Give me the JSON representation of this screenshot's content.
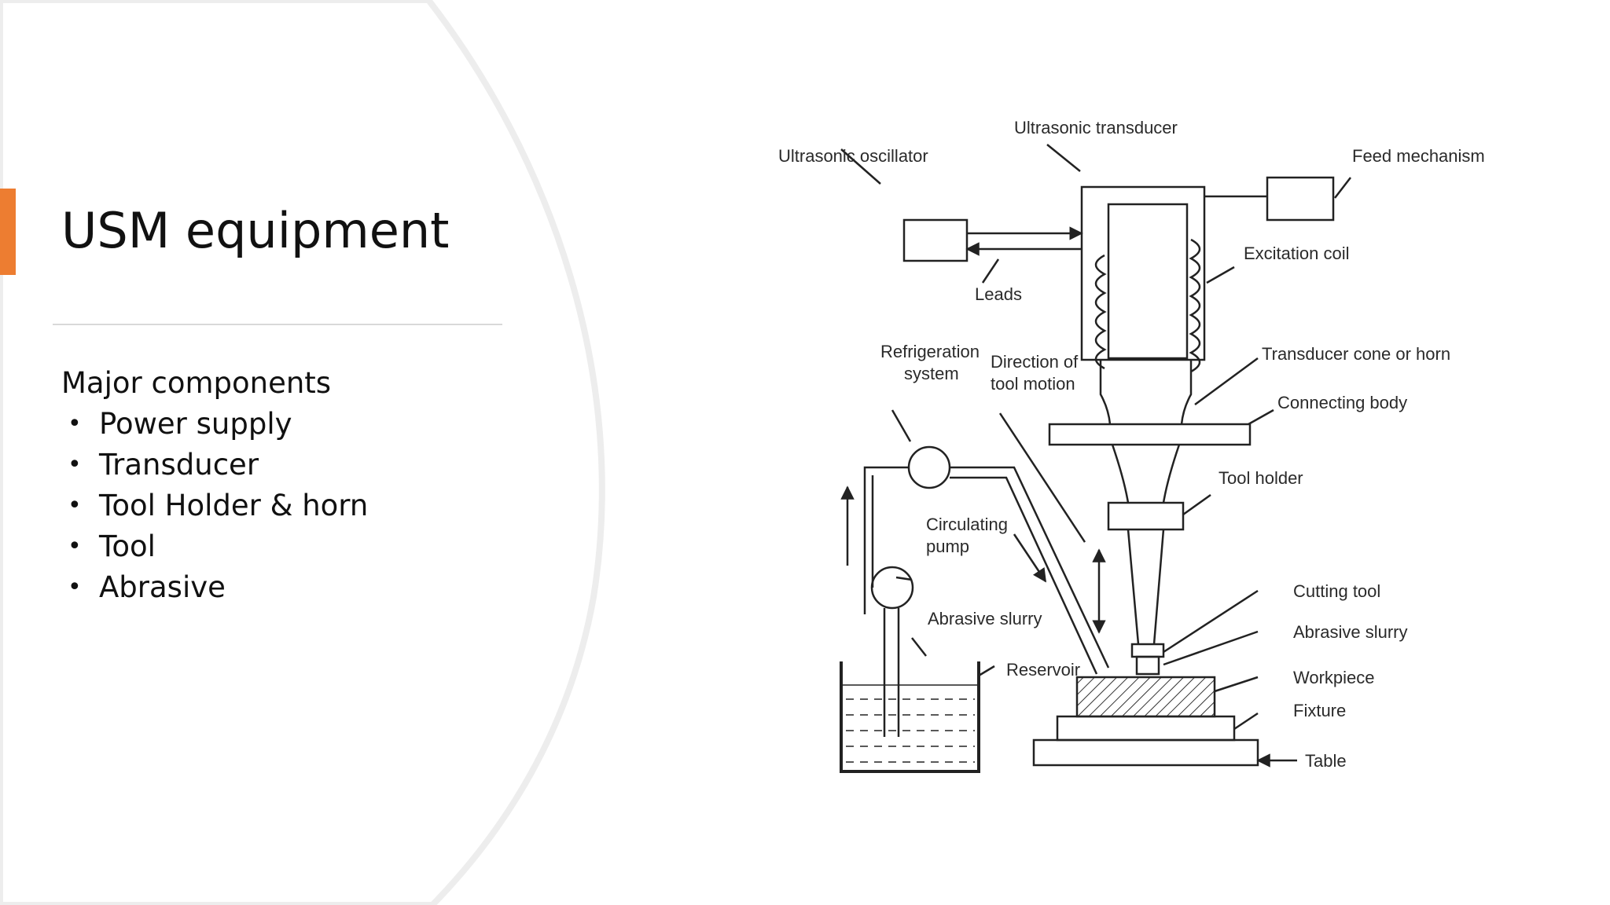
{
  "slide": {
    "title": "USM equipment",
    "intro": "Major components",
    "bullets": [
      "Power supply",
      "Transducer",
      "Tool Holder & horn",
      "Tool",
      "Abrasive"
    ],
    "accent_color": "#ED7D31"
  },
  "diagram": {
    "labels": {
      "ultrasonic_transducer": "Ultrasonic transducer",
      "ultrasonic_oscillator": "Ultrasonic oscillator",
      "feed_mechanism": "Feed mechanism",
      "excitation_coil": "Excitation coil",
      "leads": "Leads",
      "refrigeration_line1": "Refrigeration",
      "refrigeration_line2": "system",
      "direction_line1": "Direction of",
      "direction_line2": "tool motion",
      "transducer_cone": "Transducer cone or horn",
      "connecting_body": "Connecting body",
      "tool_holder": "Tool holder",
      "circulating_line1": "Circulating",
      "circulating_line2": "pump",
      "abrasive_slurry_left": "Abrasive slurry",
      "reservoir": "Reservoir",
      "cutting_tool": "Cutting tool",
      "abrasive_slurry_right": "Abrasive slurry",
      "workpiece": "Workpiece",
      "fixture": "Fixture",
      "table": "Table"
    }
  }
}
